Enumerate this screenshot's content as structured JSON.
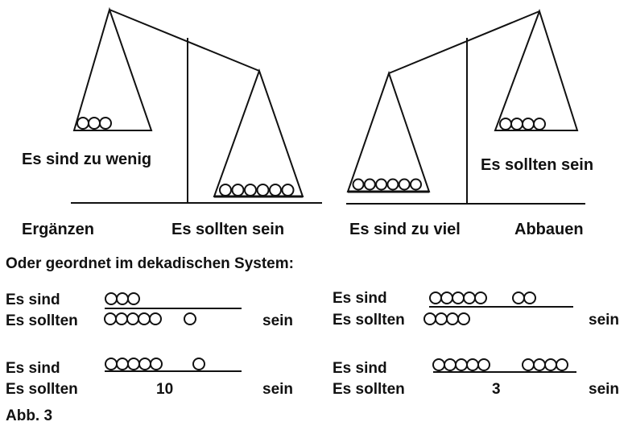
{
  "diagram": {
    "left_balance": {
      "label_low_pan": "Es sind zu wenig",
      "low_pan_circles": 3,
      "high_pan_circles": 6,
      "caption_left": "Ergänzen",
      "caption_right": "Es sollten sein"
    },
    "right_balance": {
      "label_right": "Es sollten sein",
      "low_pan_circles": 6,
      "high_pan_circles": 4,
      "caption_left": "Es sind zu viel",
      "caption_right": "Abbauen"
    },
    "heading": "Oder geordnet im dekadischen System:",
    "examples": [
      {
        "line1": "Es sind",
        "line2": "Es sollten",
        "sein": "sein",
        "top_groups": [
          3
        ],
        "bottom_groups": [
          5,
          1
        ],
        "bottom_text": ""
      },
      {
        "line1": "Es sind",
        "line2": "Es sollten",
        "sein": "sein",
        "top_groups": [
          5,
          2
        ],
        "bottom_groups": [
          4
        ],
        "bottom_text": ""
      },
      {
        "line1": "Es sind",
        "line2": "Es sollten",
        "sein": "sein",
        "top_groups": [
          5,
          1
        ],
        "bottom_groups": [],
        "bottom_text": "10"
      },
      {
        "line1": "Es sind",
        "line2": "Es sollten",
        "sein": "sein",
        "top_groups": [
          5,
          4
        ],
        "bottom_groups": [],
        "bottom_text": "3"
      }
    ],
    "figure_caption": "Abb. 3"
  }
}
